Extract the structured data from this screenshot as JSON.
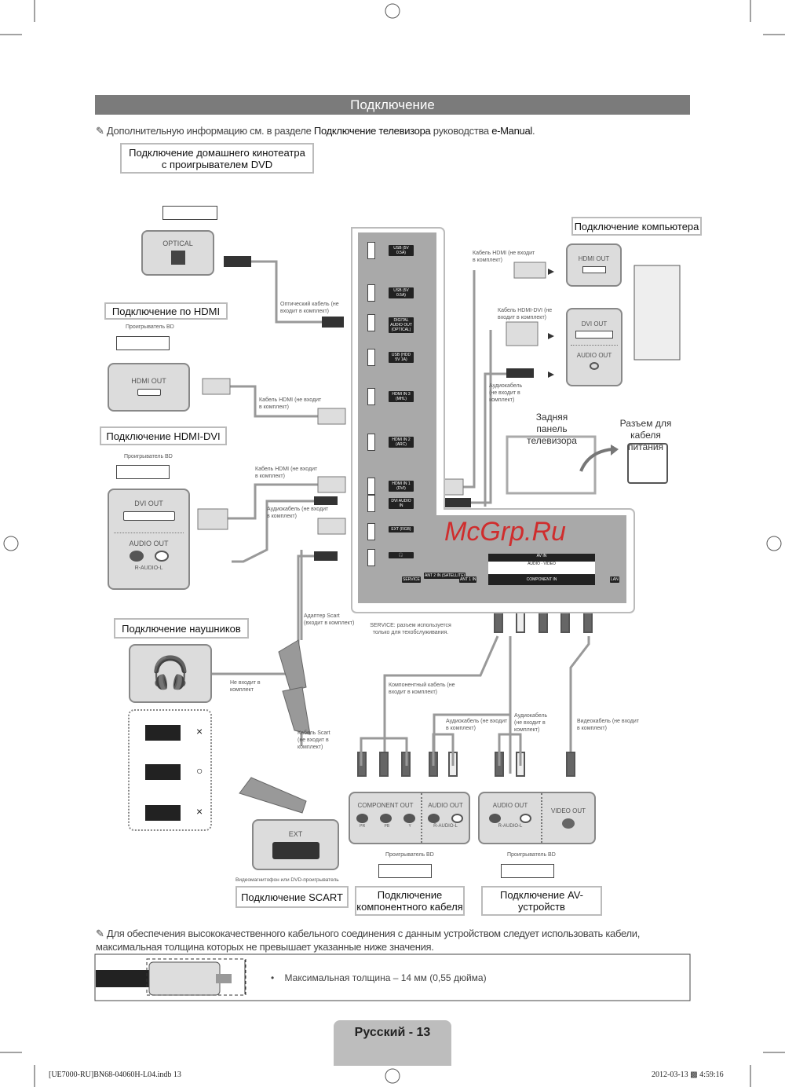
{
  "header": {
    "title": "Подключение"
  },
  "note_top": {
    "prefix": "Дополнительную информацию см. в разделе",
    "link": "Подключение телевизора",
    "middle": "руководства",
    "manual": "e-Manual",
    "suffix": "."
  },
  "sections": {
    "home_theater": "Подключение домашнего кинотеатра с проигрывателем DVD",
    "hdmi": "Подключение по HDMI",
    "hdmi_dvi": "Подключение HDMI-DVI",
    "headphones": "Подключение наушников",
    "computer": "Подключение компьютера",
    "scart": "Подключение SCART",
    "component": "Подключение компонентного кабеля",
    "av": "Подключение AV-устройств"
  },
  "devices": {
    "optical": "OPTICAL",
    "hdmi_out": "HDMI OUT",
    "dvi_out": "DVI OUT",
    "audio_out": "AUDIO OUT",
    "r_audio_l": "R-AUDIO-L",
    "bd_player": "Проигрыватель BD",
    "ext": "EXT",
    "vcr_dvd": "Видеомагнитофон или DVD-проигрыватель",
    "component_out": "COMPONENT OUT",
    "video_out": "VIDEO OUT",
    "pr": "PR",
    "pb": "PB",
    "y": "Y",
    "pc_hdmi_out": "HDMI OUT",
    "pc_dvi_out": "DVI OUT",
    "pc_audio_out": "AUDIO OUT"
  },
  "cables": {
    "optical": "Оптический кабель (не входит в комплект)",
    "hdmi1": "Кабель HDMI (не входит в комплект)",
    "hdmi2": "Кабель HDMI (не входит в комплект)",
    "audio1": "Аудиокабель (не входит в комплект)",
    "headphones": "Не входит в комплект",
    "scart_adapter": "Адаптер Scart (входит в комплект)",
    "scart_cable": "Кабель Scart (не входит в комплект)",
    "pc_hdmi": "Кабель HDMI (не входит в комплект)",
    "pc_hdmi_dvi": "Кабель HDMI-DVI (не входит в комплект)",
    "pc_audio": "Аудиокабель (не входит в комплект)",
    "component": "Компонентный кабель (не входит в комплект)",
    "comp_audio": "Аудиокабель (не входит в комплект)",
    "av_audio": "Аудиокабель (не входит в комплект)",
    "video": "Видеокабель (не входит в комплект)"
  },
  "tv": {
    "ports": [
      "USB (5V 0.5A)",
      "USB (5V 0.5A)",
      "DIGITAL AUDIO OUT (OPTICAL)",
      "USB (HDD 5V 1A)",
      "HDMI IN 3 (MHL)",
      "HDMI IN 2 (ARC)",
      "HDMI IN 1 (DVI)",
      "DVI AUDIO IN",
      "EXT (RGB)",
      "🎧"
    ],
    "bottom_ports": [
      "SERVICE",
      "ANT 2 IN (SATELLITE)",
      "ANT 1 IN",
      "LAN"
    ],
    "av_in": "AV IN",
    "audio": "AUDIO",
    "video": "VIDEO",
    "component_in": "COMPONENT IN",
    "back_panel": "Задняя панель телевизора",
    "power": "Разъем для кабеля питания",
    "service_note": "SERVICE: разъем используется только для техобслуживания."
  },
  "watermark": "McGrp.Ru",
  "note_bottom": "Для обеспечения высококачественного кабельного соединения с данным устройством следует использовать кабели, максимальная толщина которых не превышает указанные ниже значения.",
  "thickness": "Максимальная толщина – 14 мм (0,55 дюйма)",
  "page_label": "Русский - 13",
  "footer": {
    "left": "[UE7000-RU]BN68-04060H-L04.indb   13",
    "right": "2012-03-13   ▩ 4:59:16"
  },
  "plug_marks": [
    "×",
    "○",
    "×"
  ]
}
